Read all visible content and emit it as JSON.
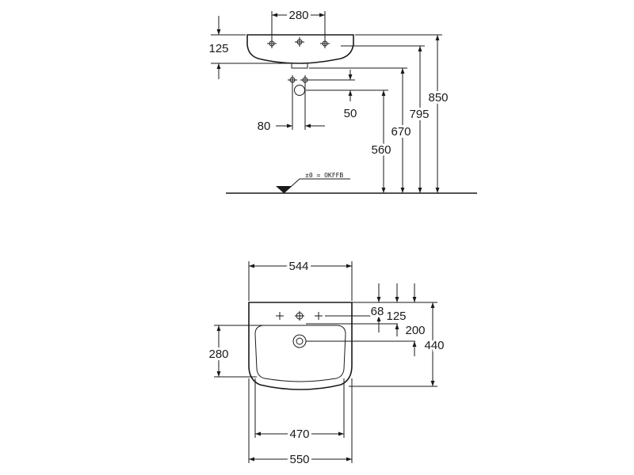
{
  "side_view": {
    "dim_tap_spacing": "280",
    "dim_basin_height": "125",
    "dim_rim_height": "850",
    "dim_overflow_height": "795",
    "dim_outlet_height": "670",
    "dim_supply_height": "560",
    "dim_supply_offset": "50",
    "dim_supply_spacing": "80",
    "floor_reference": "±0 = OKFFB"
  },
  "plan_view": {
    "dim_overall_width": "544",
    "dim_tap_row": "68",
    "dim_tap_offset": "125",
    "dim_drain_offset": "200",
    "dim_depth": "440",
    "dim_bowl_depth": "280",
    "dim_bowl_width": "470",
    "dim_base_width": "550"
  }
}
